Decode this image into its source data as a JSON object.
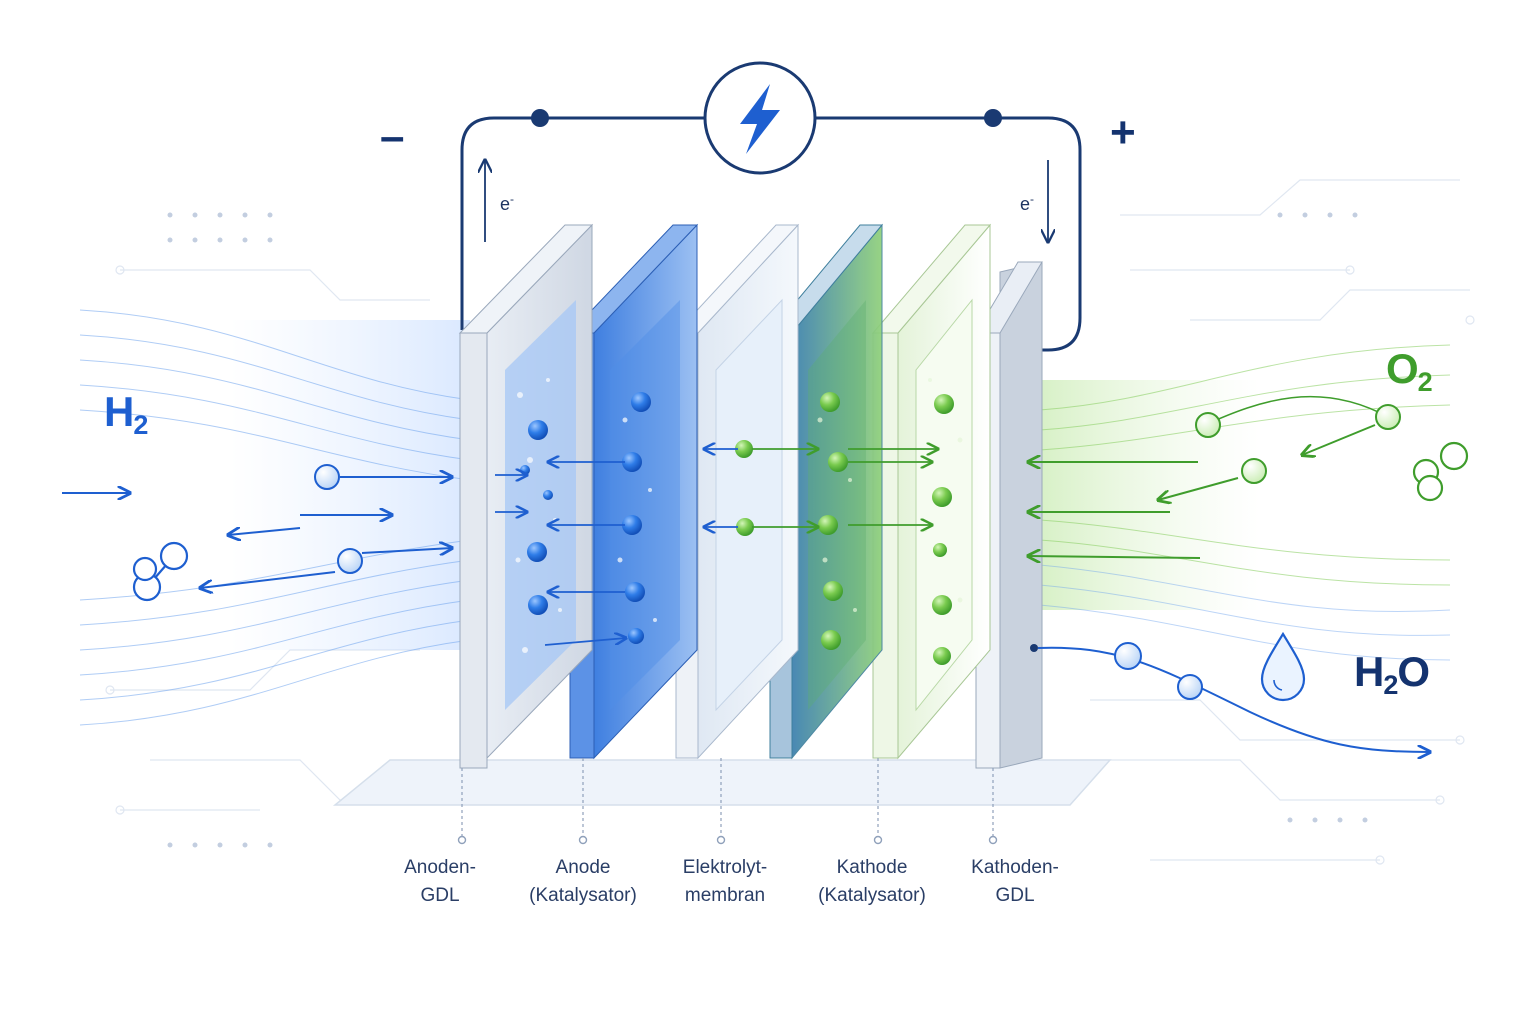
{
  "colors": {
    "navy": "#1a3a72",
    "blue": "#1e5fd0",
    "light_blue": "#6fa4ee",
    "green": "#3f9d2c",
    "light_green": "#8fd16a"
  },
  "terminals": {
    "minus": "–",
    "plus": "+"
  },
  "electron": {
    "base": "e",
    "charge": "-"
  },
  "power_source_icon": "lightning-bolt-icon",
  "gases": {
    "h2": {
      "base": "H",
      "sub": "2"
    },
    "o2": {
      "base": "O",
      "sub": "2"
    },
    "h2o": {
      "base1": "H",
      "sub": "2",
      "base2": "O"
    }
  },
  "water_icon": "water-drop-icon",
  "layers": [
    {
      "line1": "Anoden-",
      "line2": "GDL"
    },
    {
      "line1": "Anode",
      "line2": "(Katalysator)"
    },
    {
      "line1": "Elektrolyt-",
      "line2": "membran"
    },
    {
      "line1": "Kathode",
      "line2": "(Katalysator)"
    },
    {
      "line1": "Kathoden-",
      "line2": "GDL"
    }
  ]
}
